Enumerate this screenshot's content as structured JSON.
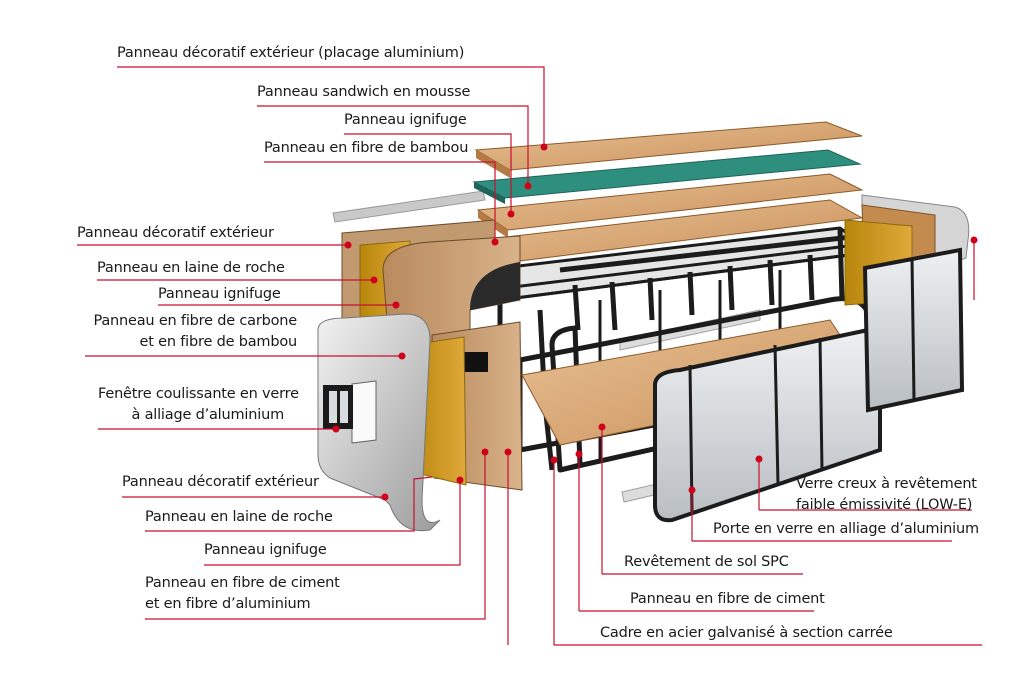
{
  "labels": {
    "exterior_cladding_top": "Panneau décoratif extérieur (placage aluminium)",
    "foam_sandwich": "Panneau sandwich en mousse",
    "fireproof_top": "Panneau ignifuge",
    "bamboo_top": "Panneau en fibre de bambou",
    "exterior_deco_left": "Panneau décoratif extérieur",
    "rockwool_left": "Panneau en laine de roche",
    "fireproof_left": "Panneau ignifuge",
    "carbon_bamboo_line1": "Panneau en fibre de carbone",
    "carbon_bamboo_line2": "et en fibre de bambou",
    "window_line1": "Fenêtre coulissante en verre",
    "window_line2": "à alliage d’aluminium",
    "exterior_deco_bottom": "Panneau décoratif extérieur",
    "rockwool_bottom": "Panneau en laine de roche",
    "fireproof_bottom": "Panneau ignifuge",
    "cement_alu_line1": "Panneau en fibre de ciment",
    "cement_alu_line2": "et en fibre d’aluminium",
    "lowe_glass_line1": "Verre creux à revêtement",
    "lowe_glass_line2": "faible émissivité (LOW-E)",
    "alu_glass_door": "Porte en verre en alliage d’aluminium",
    "spc_floor": "Revêtement de sol SPC",
    "cement_board": "Panneau en fibre de ciment",
    "steel_frame": "Cadre en acier galvanisé à section carrée"
  },
  "colors": {
    "leader_line": "#c8102e",
    "dot": "#d0021b",
    "text": "#1a1a1a",
    "wood": "#d7a872",
    "teal": "#2e8c7c",
    "steel": "#1c1c1c",
    "glass": "#d8dcdf"
  }
}
